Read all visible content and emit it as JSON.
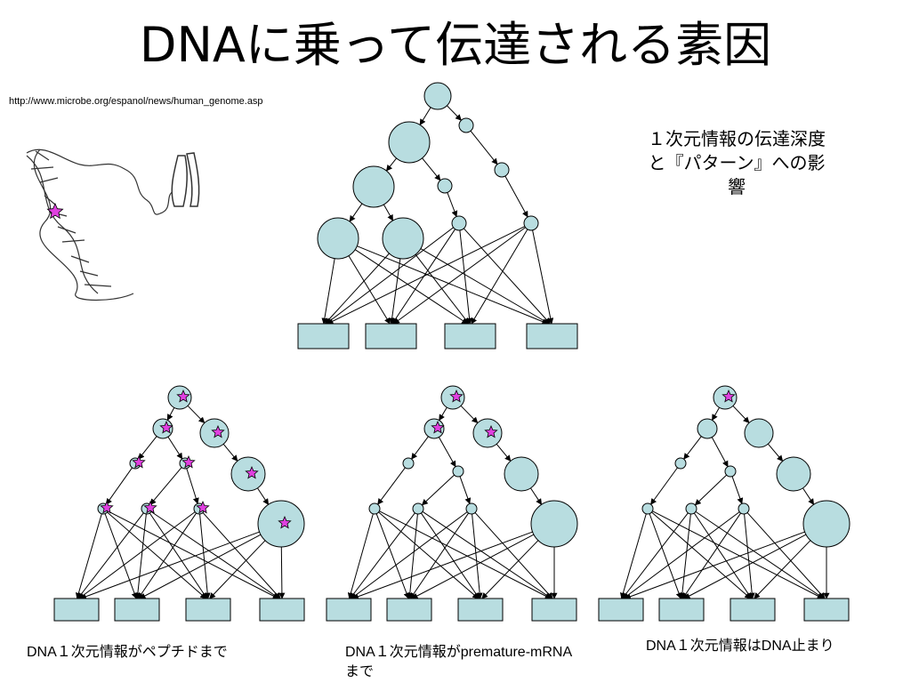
{
  "title": "DNAに乗って伝達される素因",
  "source_url": "http://www.microbe.org/espanol/news/human_genome.asp",
  "info_label": "１次元情報の伝達深度と『パターン』への影響",
  "captions": [
    "DNA１次元情報がペプチドまで",
    "DNA１次元情報がpremature-mRNAまで",
    "DNA１次元情報はDNA止まり"
  ],
  "colors": {
    "node_fill": "#b8dde0",
    "box_fill": "#b8dde0",
    "stroke": "#000000",
    "star": "#e040e0"
  },
  "icons": [
    "dna-helix-icon",
    "chromosome-icon",
    "star-icon"
  ]
}
